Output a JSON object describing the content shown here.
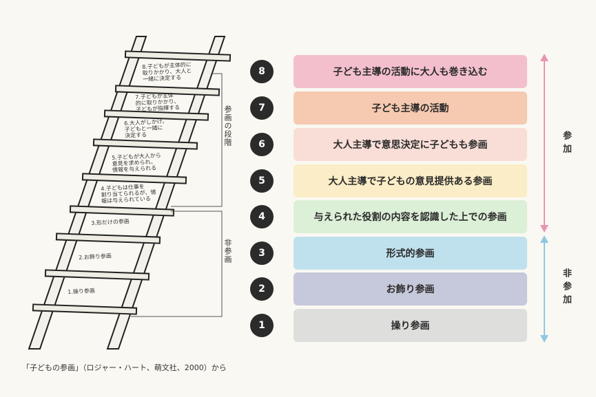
{
  "ladder": {
    "rungs": [
      {
        "text": "8.子どもが主体的に\n取りかかり、大人と\n一緒に決定する"
      },
      {
        "text": "7.子どもが主体\n的に取りかかり、\n子どもが指揮する"
      },
      {
        "text": "6.大人がしかけ、\n子どもと一緒に\n決定する"
      },
      {
        "text": "5.子どもが大人から\n意見を求められ、\n情報を与えられる"
      },
      {
        "text": "4.子どもは仕事を\n割り当てられるが、情\n報は与えられている"
      },
      {
        "text": "3.形だけの参画"
      },
      {
        "text": "2.お飾り参画"
      },
      {
        "text": "1.操り参画"
      }
    ],
    "bracket_participation": "参画の段階",
    "bracket_non_participation": "非参画"
  },
  "steps": [
    {
      "number": "8",
      "label": "子ども主導の活動に大人も巻き込む",
      "color": "#f3bfcd"
    },
    {
      "number": "7",
      "label": "子ども主導の活動",
      "color": "#f6c9b1"
    },
    {
      "number": "6",
      "label": "大人主導で意思決定に子どもも参画",
      "color": "#f9ded7"
    },
    {
      "number": "5",
      "label": "大人主導で子どもの意見提供ある参画",
      "color": "#fbedc7"
    },
    {
      "number": "4",
      "label": "与えられた役割の内容を認識した上での参画",
      "color": "#dcefd7"
    },
    {
      "number": "3",
      "label": "形式的参画",
      "color": "#bfe1ee"
    },
    {
      "number": "2",
      "label": "お飾り参画",
      "color": "#c6c8db"
    },
    {
      "number": "1",
      "label": "操り参画",
      "color": "#dededd"
    }
  ],
  "side_labels": {
    "participation": "参加",
    "non_participation": "非参加"
  },
  "colors": {
    "arrow_participation": "#e895b2",
    "arrow_non_participation": "#8ec8e2",
    "circle": "#2b2b2b"
  },
  "caption": "「子どもの参画」（ロジャー・ハート、萌文社、2000）から"
}
